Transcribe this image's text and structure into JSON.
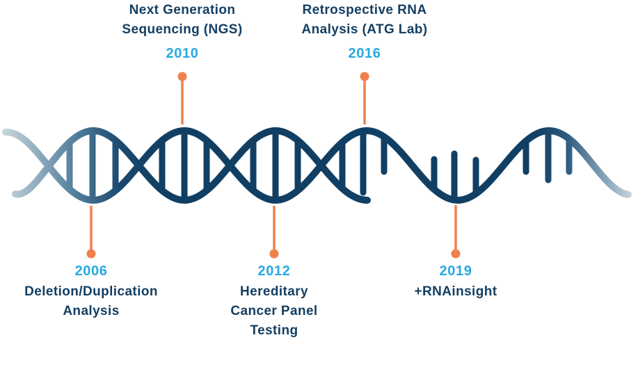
{
  "diagram": {
    "type": "timeline",
    "subject": "DNA double helix unwinding into a single strand",
    "colors": {
      "navy_text": "#143F63",
      "year_cyan": "#27A9E1",
      "marker_orange": "#F0814C",
      "helix_dark": "#113F63",
      "helix_light": "#CBD8E0"
    }
  },
  "events": [
    {
      "year": "2006",
      "label": "Deletion/Duplication\nAnalysis",
      "side": "below"
    },
    {
      "year": "2010",
      "label": "Next Generation\nSequencing (NGS)",
      "side": "above"
    },
    {
      "year": "2012",
      "label": "Hereditary\nCancer Panel\nTesting",
      "side": "below"
    },
    {
      "year": "2016",
      "label": "Retrospective RNA\nAnalysis (ATG Lab)",
      "side": "above"
    },
    {
      "year": "2019",
      "label": "+RNAinsight",
      "side": "below"
    }
  ]
}
